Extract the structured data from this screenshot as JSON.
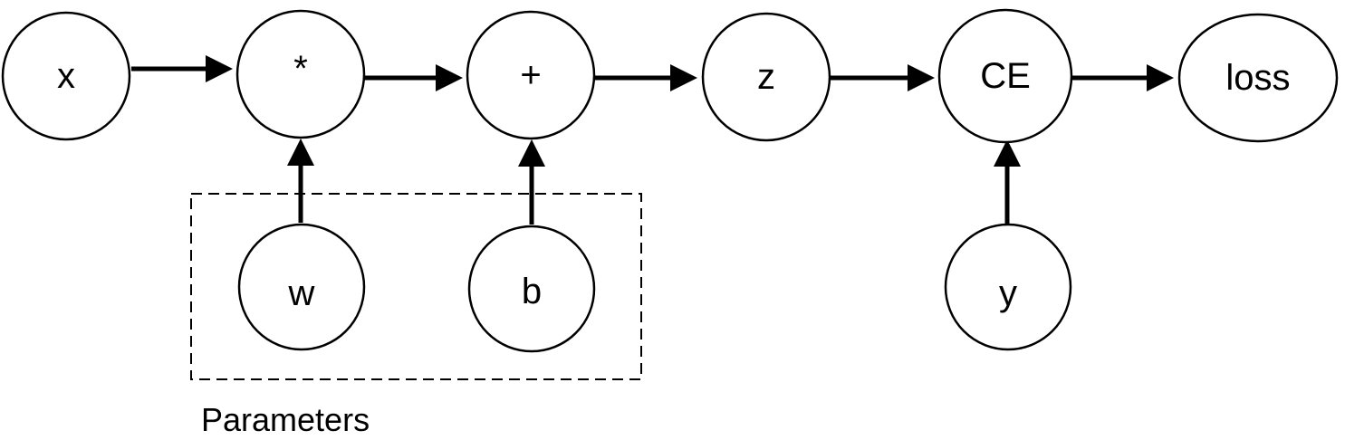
{
  "diagram": {
    "nodes": [
      {
        "id": "x",
        "label": "x"
      },
      {
        "id": "mul",
        "label": "*"
      },
      {
        "id": "add",
        "label": "+"
      },
      {
        "id": "z",
        "label": "z"
      },
      {
        "id": "ce",
        "label": "CE"
      },
      {
        "id": "loss",
        "label": "loss"
      },
      {
        "id": "w",
        "label": "w"
      },
      {
        "id": "b",
        "label": "b"
      },
      {
        "id": "y",
        "label": "y"
      }
    ],
    "edges": [
      {
        "from": "x",
        "to": "mul"
      },
      {
        "from": "mul",
        "to": "add"
      },
      {
        "from": "add",
        "to": "z"
      },
      {
        "from": "z",
        "to": "ce"
      },
      {
        "from": "ce",
        "to": "loss"
      },
      {
        "from": "w",
        "to": "mul"
      },
      {
        "from": "b",
        "to": "add"
      },
      {
        "from": "y",
        "to": "ce"
      }
    ],
    "group": {
      "label": "Parameters",
      "members": [
        "w",
        "b"
      ]
    },
    "colors": {
      "stroke": "#000000",
      "fill": "#ffffff"
    }
  }
}
